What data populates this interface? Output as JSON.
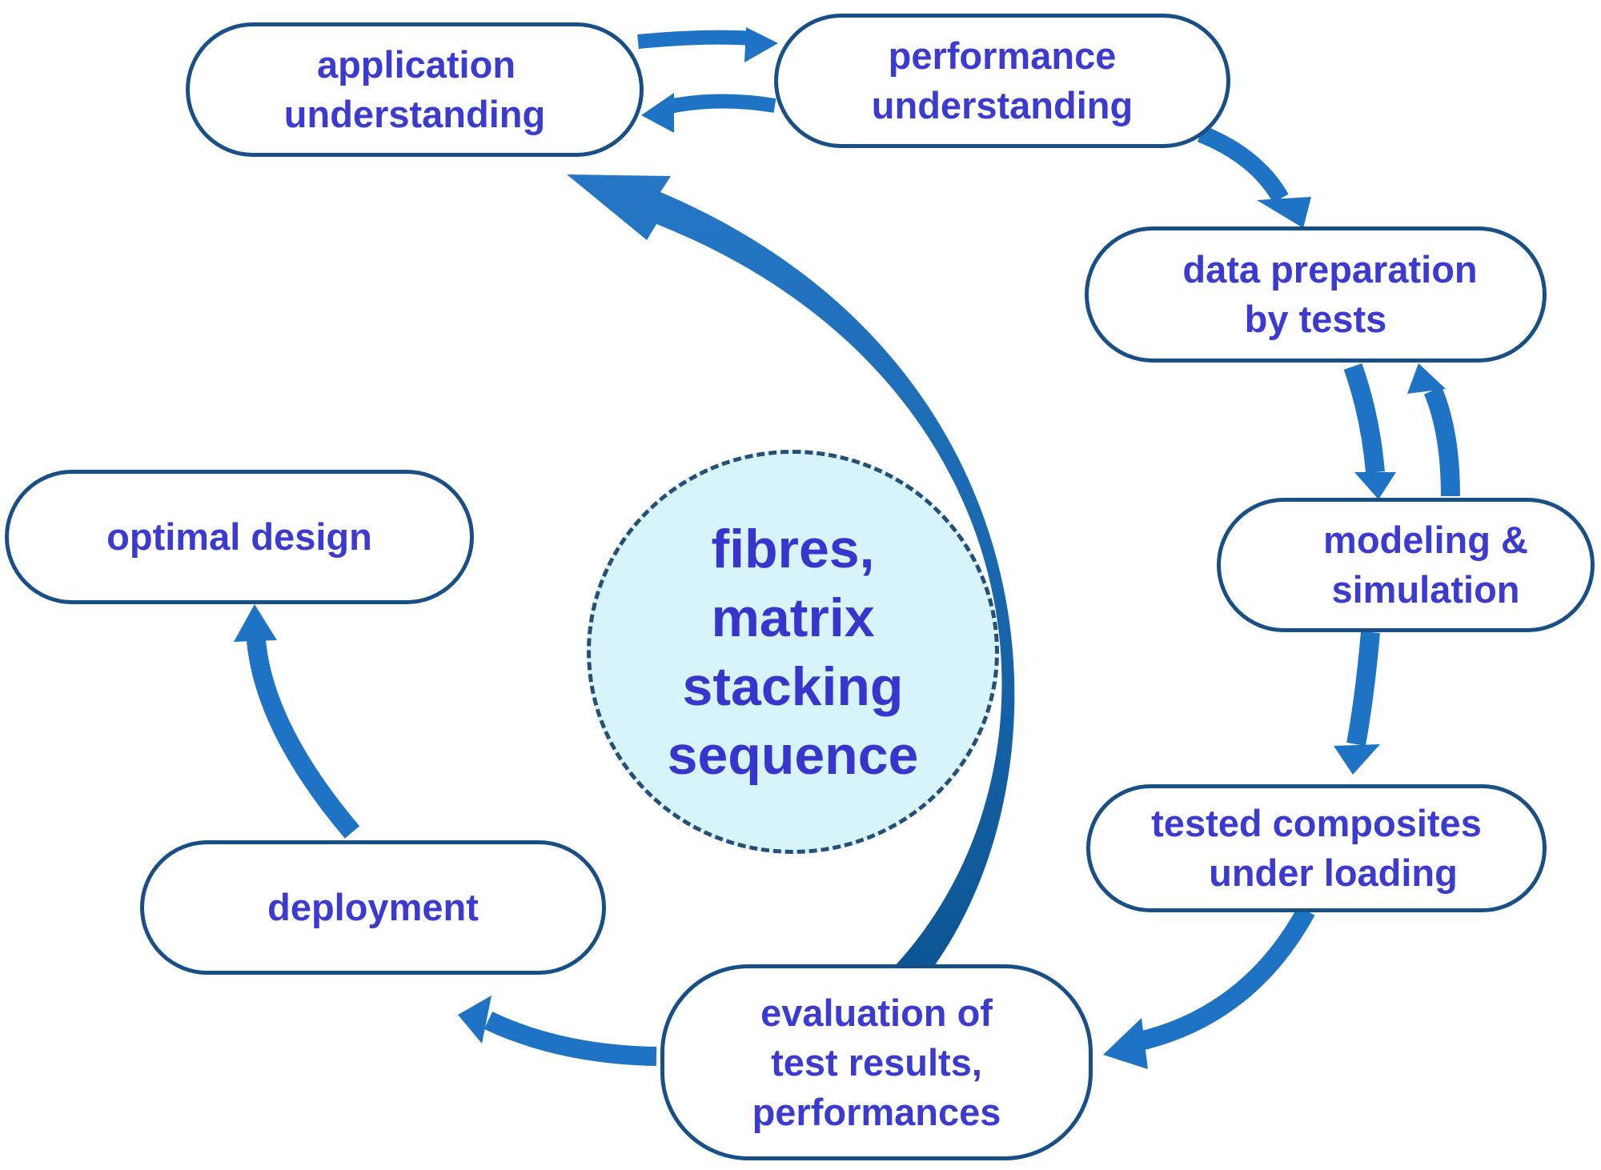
{
  "nodes": {
    "application_understanding": [
      "application",
      "understanding"
    ],
    "performance_understanding": [
      "performance",
      "understanding"
    ],
    "data_preparation": [
      "data preparation",
      "by tests"
    ],
    "modeling_simulation": [
      "modeling &",
      "simulation"
    ],
    "tested_composites": [
      "tested composites",
      "under loading"
    ],
    "evaluation": [
      "evaluation of",
      "test results,",
      "performances"
    ],
    "deployment": [
      "deployment"
    ],
    "optimal_design": [
      "optimal design"
    ]
  },
  "center": [
    "fibres,",
    "matrix",
    "stacking",
    "sequence"
  ],
  "colors": {
    "text": "#3b3bd1",
    "border": "#184f86",
    "arrow": "#1f73c4",
    "arrow_dark": "#145f9c",
    "center_fill": "#d7f4fb"
  }
}
